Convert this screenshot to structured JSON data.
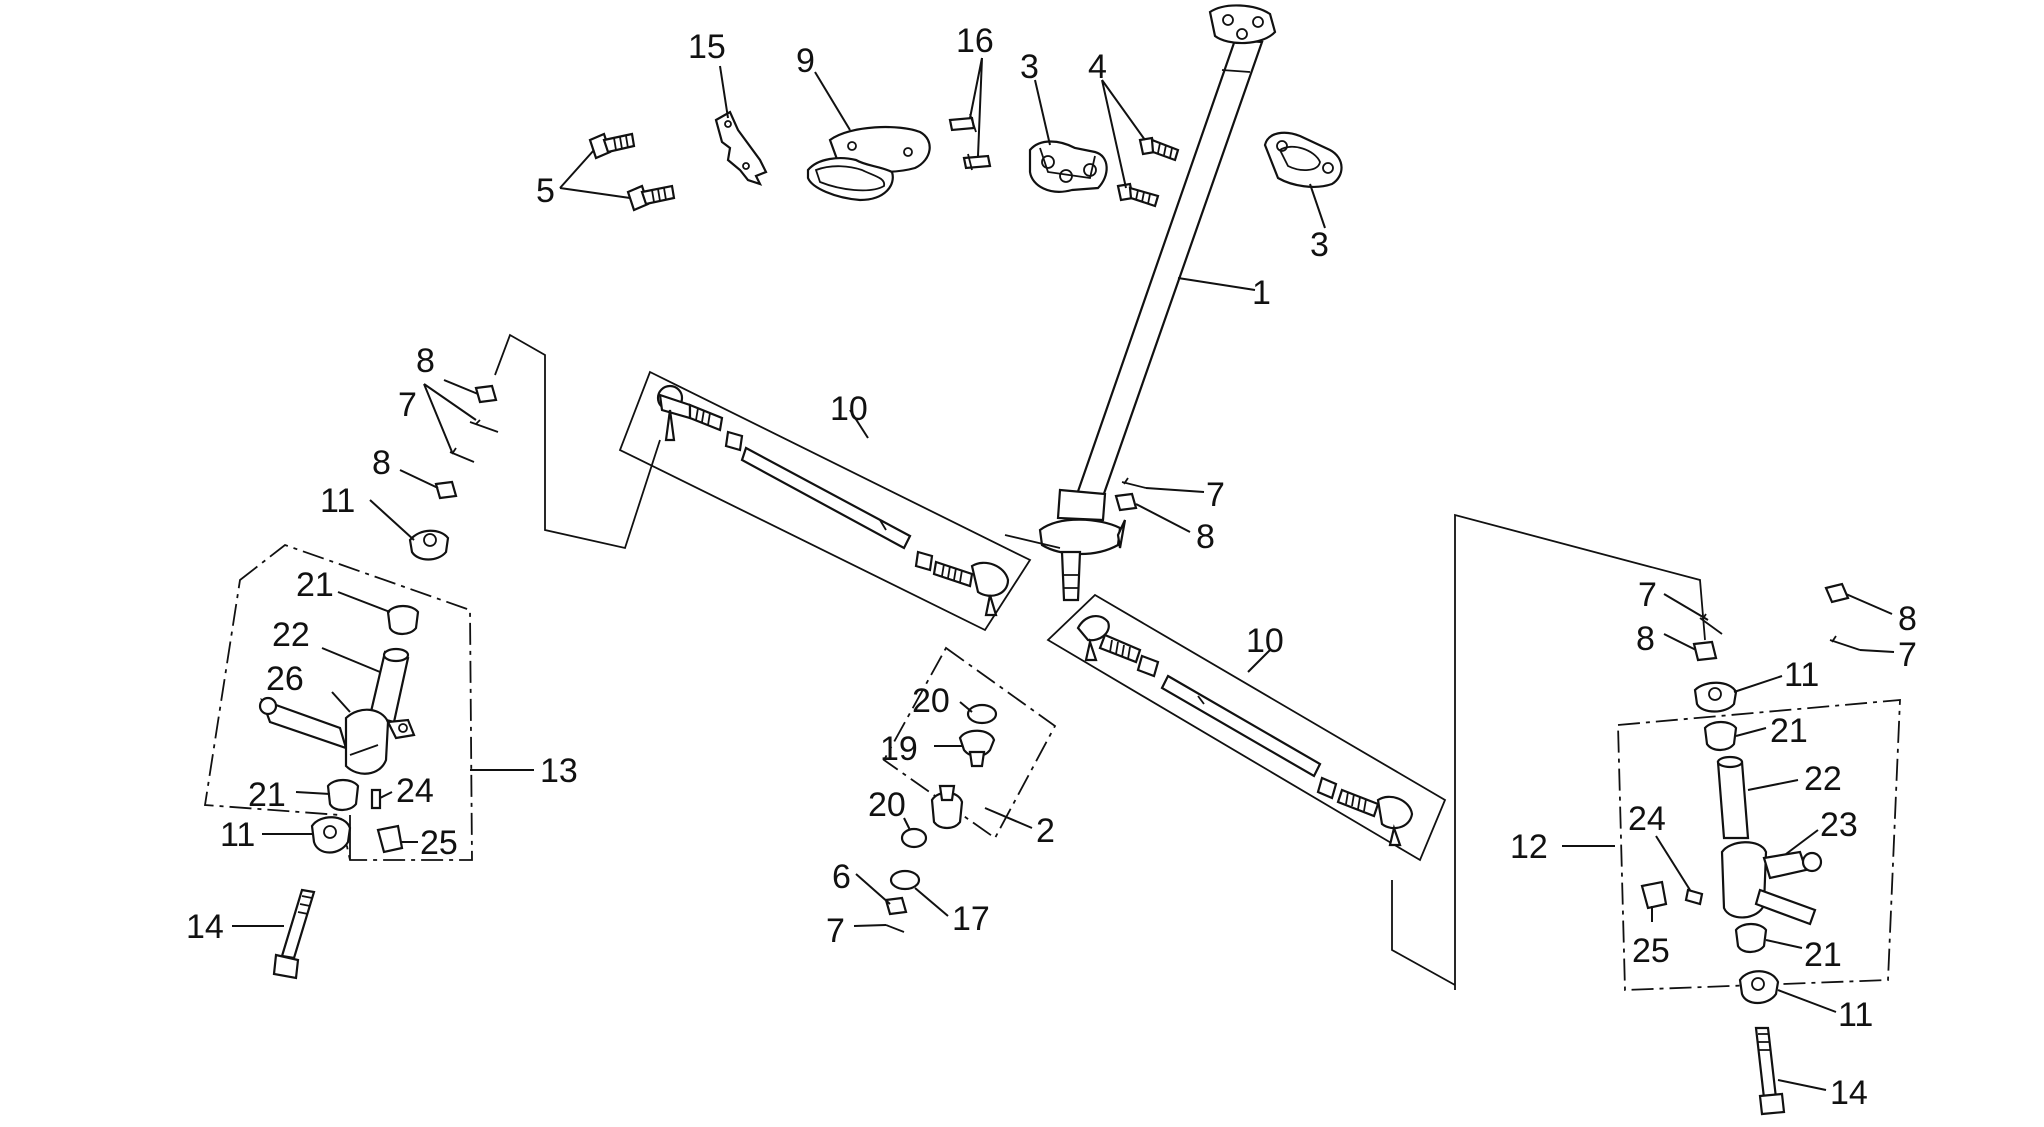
{
  "diagram": {
    "callouts": [
      {
        "id": "c1",
        "text": "1"
      },
      {
        "id": "c2",
        "text": "2"
      },
      {
        "id": "c3a",
        "text": "3"
      },
      {
        "id": "c3b",
        "text": "3"
      },
      {
        "id": "c4",
        "text": "4"
      },
      {
        "id": "c5",
        "text": "5"
      },
      {
        "id": "c6",
        "text": "6"
      },
      {
        "id": "c7a",
        "text": "7"
      },
      {
        "id": "c7b",
        "text": "7"
      },
      {
        "id": "c7c",
        "text": "7"
      },
      {
        "id": "c7d",
        "text": "7"
      },
      {
        "id": "c7e",
        "text": "7"
      },
      {
        "id": "c8a",
        "text": "8"
      },
      {
        "id": "c8b",
        "text": "8"
      },
      {
        "id": "c8c",
        "text": "8"
      },
      {
        "id": "c8d",
        "text": "8"
      },
      {
        "id": "c8e",
        "text": "8"
      },
      {
        "id": "c9",
        "text": "9"
      },
      {
        "id": "c10a",
        "text": "10"
      },
      {
        "id": "c10b",
        "text": "10"
      },
      {
        "id": "c11a",
        "text": "11"
      },
      {
        "id": "c11b",
        "text": "11"
      },
      {
        "id": "c11c",
        "text": "11"
      },
      {
        "id": "c11d",
        "text": "11"
      },
      {
        "id": "c12",
        "text": "12"
      },
      {
        "id": "c13",
        "text": "13"
      },
      {
        "id": "c14a",
        "text": "14"
      },
      {
        "id": "c14b",
        "text": "14"
      },
      {
        "id": "c15",
        "text": "15"
      },
      {
        "id": "c16",
        "text": "16"
      },
      {
        "id": "c17",
        "text": "17"
      },
      {
        "id": "c19",
        "text": "19"
      },
      {
        "id": "c20a",
        "text": "20"
      },
      {
        "id": "c20b",
        "text": "20"
      },
      {
        "id": "c21a",
        "text": "21"
      },
      {
        "id": "c21b",
        "text": "21"
      },
      {
        "id": "c21c",
        "text": "21"
      },
      {
        "id": "c21d",
        "text": "21"
      },
      {
        "id": "c22a",
        "text": "22"
      },
      {
        "id": "c22b",
        "text": "22"
      },
      {
        "id": "c23",
        "text": "23"
      },
      {
        "id": "c24a",
        "text": "24"
      },
      {
        "id": "c24b",
        "text": "24"
      },
      {
        "id": "c25a",
        "text": "25"
      },
      {
        "id": "c25b",
        "text": "25"
      },
      {
        "id": "c26",
        "text": "26"
      }
    ]
  }
}
